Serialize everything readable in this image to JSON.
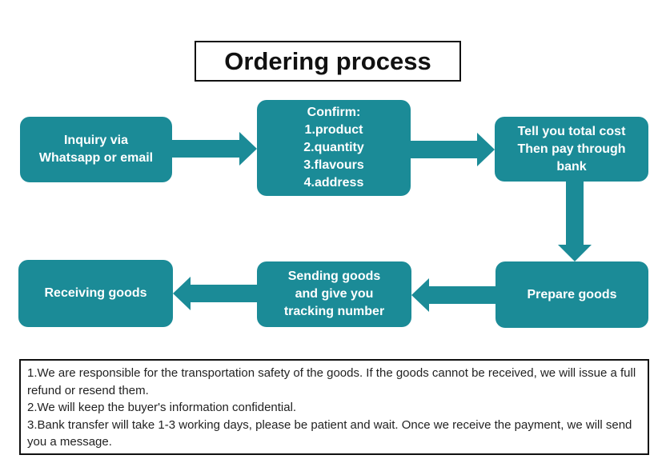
{
  "title": "Ordering process",
  "colors": {
    "box_fill": "#1b8b97",
    "arrow_fill": "#1b8b97",
    "text_on_box": "#ffffff",
    "border": "#111111"
  },
  "steps": [
    {
      "lines": [
        "Inquiry via",
        "Whatsapp or email"
      ]
    },
    {
      "lines": [
        "Confirm:",
        "1.product",
        "2.quantity",
        "3.flavours",
        "4.address"
      ]
    },
    {
      "lines": [
        "Tell you total cost",
        "Then pay through",
        "bank"
      ]
    },
    {
      "lines": [
        "Prepare goods"
      ]
    },
    {
      "lines": [
        "Sending goods",
        "and give you",
        "tracking number"
      ]
    },
    {
      "lines": [
        "Receiving goods"
      ]
    }
  ],
  "notes": [
    "1.We are responsible for the transportation safety of the goods. If the goods cannot be received, we will issue a full refund or resend them.",
    "2.We will keep the buyer's information confidential.",
    "3.Bank transfer will take 1-3 working days, please be patient and wait. Once we receive the payment, we will send you a message."
  ]
}
